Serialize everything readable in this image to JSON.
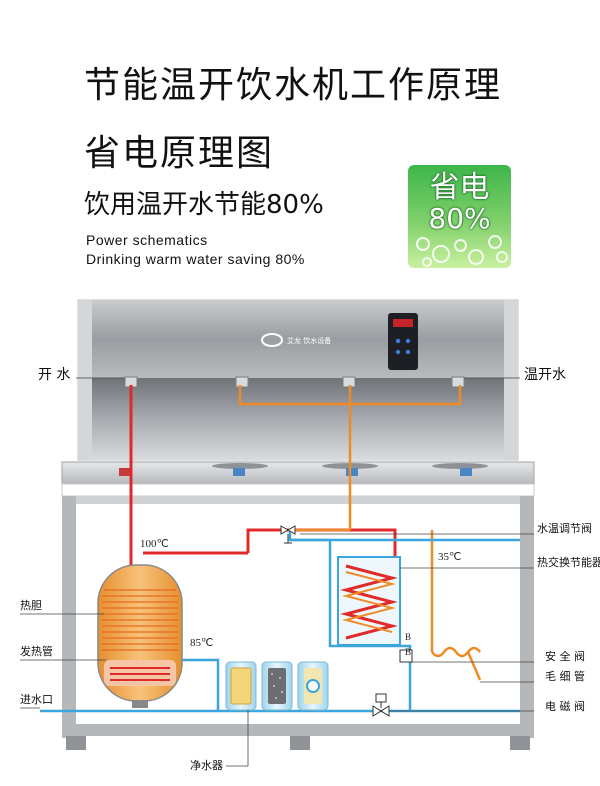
{
  "titles": {
    "line1": "节能温开饮水机工作原理",
    "line2": "省电原理图",
    "line3": "饮用温开水节能80%",
    "en_line1": "Power schematics",
    "en_line2": "Drinking warm water saving 80%"
  },
  "badge": {
    "line1": "省电",
    "line2": "80%",
    "colors": {
      "top": "#3db64a",
      "bottom": "#c9f0a0",
      "text": "#ffffff"
    }
  },
  "brand_logo_text": "艾龙 饮水设备",
  "outlet_labels": {
    "left": "开 水",
    "right": "温开水"
  },
  "temperatures": {
    "hot_out": "100℃",
    "warm": "35℃",
    "preheat": "85℃"
  },
  "callouts": {
    "thermostatic_valve": "水温调节阀",
    "heat_exchanger": "热交换节能器",
    "safety_valve": "安 全 阀",
    "capillary": "毛 细 管",
    "solenoid_valve": "电 磁 阀",
    "inner_tank": "热胆",
    "heating_tube": "发热管",
    "inlet": "进水口",
    "purifier": "净水器"
  },
  "valve_marks": {
    "upper": "B",
    "lower": "B"
  },
  "colors": {
    "hot_pipe": "#e02a2a",
    "warm_pipe": "#f08a24",
    "cold_pipe": "#3aa6dd",
    "tank_fill": "#f4a646",
    "cabinet": "#a9acb0"
  }
}
